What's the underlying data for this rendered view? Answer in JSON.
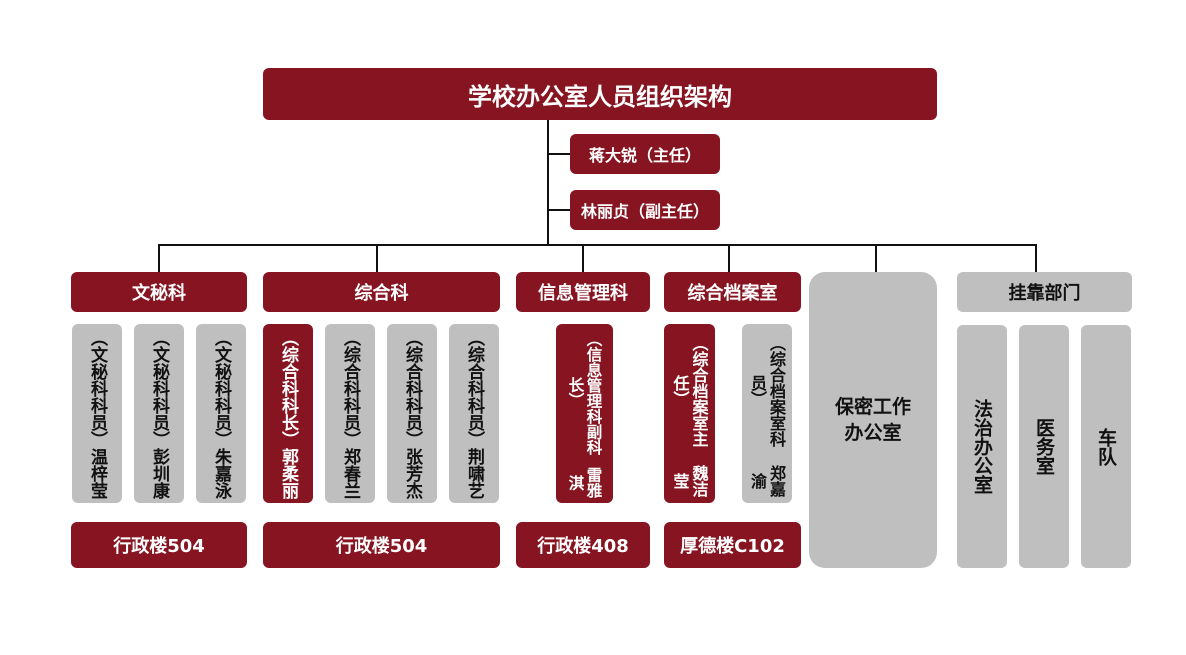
{
  "title": "学校办公室人员组织架构",
  "leaders": [
    "蒋大锐（主任）",
    "林丽贞（副主任）"
  ],
  "departments": [
    {
      "name": "文秘科",
      "location": "行政楼504",
      "members": [
        {
          "role": "（文秘科科员）",
          "name": "温梓莹"
        },
        {
          "role": "（文秘科科员）",
          "name": "彭圳康"
        },
        {
          "role": "（文秘科科员）",
          "name": "朱嘉泳"
        }
      ]
    },
    {
      "name": "综合科",
      "location": "行政楼504",
      "members": [
        {
          "role": "（综合科科长）",
          "name": "郭柔丽"
        },
        {
          "role": "（综合科科员）",
          "name": "郑春兰"
        },
        {
          "role": "（综合科科员）",
          "name": "张芳杰"
        },
        {
          "role": "（综合科科员）",
          "name": "荆啸艺"
        }
      ]
    },
    {
      "name": "信息管理科",
      "location": "行政楼408",
      "members": [
        {
          "role": "（信息管理科副科长）",
          "name": "雷雅淇"
        }
      ]
    },
    {
      "name": "综合档案室",
      "location": "厚德楼C102",
      "members": [
        {
          "role": "（综合档案室主任）",
          "name": "魏洁莹"
        },
        {
          "role": "（综合档案室科员）",
          "name": "郑嘉渝"
        }
      ]
    }
  ],
  "secret_office": "保密工作办公室",
  "affiliated": {
    "name": "挂靠部门",
    "units": [
      "法治办公室",
      "医务室",
      "车队"
    ]
  },
  "colors": {
    "primary": "#861421",
    "secondary": "#bfbfbf"
  }
}
